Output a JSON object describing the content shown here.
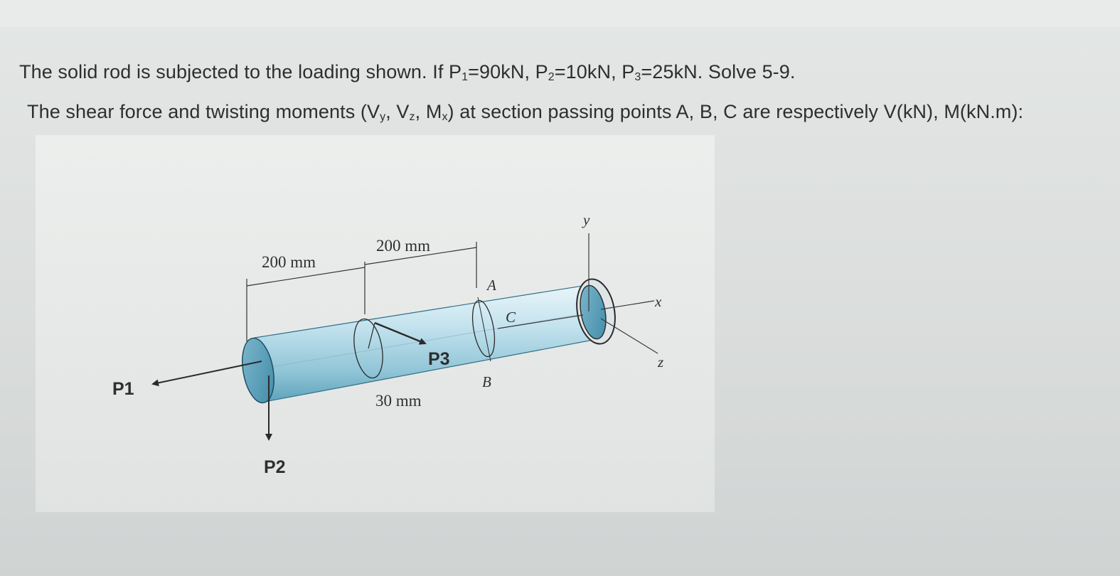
{
  "question": {
    "line1": {
      "part1": "The solid rod is subjected to the loading shown. If P",
      "sub1": "1",
      "part2": "=90kN, P",
      "sub2": "2",
      "part3": "=10kN, P",
      "sub3": "3",
      "part4": "=25kN. Solve 5-9."
    },
    "line2": {
      "part1": "The shear force and twisting moments (V",
      "sub1": "y",
      "part2": ", V",
      "sub2": "z",
      "part3": ", M",
      "sub3": "x",
      "part4": ") at section passing points A, B, C are respectively V(kN), M(kN.m):"
    }
  },
  "figure": {
    "dim_left": "200 mm",
    "dim_right": "200 mm",
    "dim_radius": "30 mm",
    "load_p1": "P1",
    "load_p2": "P2",
    "load_p3": "P3",
    "point_a": "A",
    "point_b": "B",
    "point_c": "C",
    "axis_x": "x",
    "axis_y": "y",
    "axis_z": "z"
  },
  "colors": {
    "text": "#2e2e2e",
    "rod_fill": "#b9dce8",
    "rod_dark": "#5fa6bf",
    "rod_end": "#4f97b3"
  }
}
